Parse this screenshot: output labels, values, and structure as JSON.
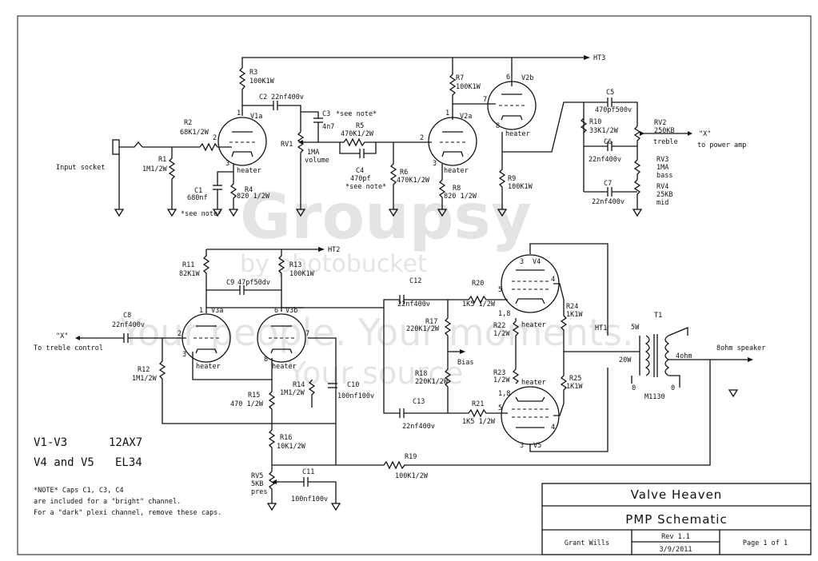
{
  "nets": {
    "ht3": "HT3",
    "ht2": "HT2",
    "ht1": "HT1",
    "x_in": "\"X\"",
    "x_out": "\"X\"",
    "bias": "Bias"
  },
  "labels": {
    "input_socket": "Input socket",
    "to_power_amp": "to power amp",
    "to_treble": "To treble control",
    "speaker": "8ohm speaker",
    "see_note": "*see note*",
    "see_note_c3": "*see note*",
    "see_note_c4": "*see note*",
    "heater": "heater",
    "volume": "volume",
    "treble": "treble",
    "bass": "bass",
    "mid": "mid",
    "pres": "pres",
    "tap_4ohm": "4ohm",
    "tap_5w": "5W",
    "tap_20w": "20W",
    "tap_0a": "0",
    "tap_0b": "0",
    "t1_model": "M1130",
    "t1": "T1"
  },
  "tubes": {
    "v1a": "V1a",
    "v2a": "V2a",
    "v2b": "V2b",
    "v3a": "V3a",
    "v3b": "V3b",
    "v4": "V4",
    "v5": "V5"
  },
  "pins": {
    "v1a": [
      "1",
      "2",
      "3"
    ],
    "v2a": [
      "1",
      "2",
      "3"
    ],
    "v2b": [
      "6",
      "7",
      "8"
    ],
    "v3a": [
      "1",
      "2",
      "3"
    ],
    "v3b": [
      "6",
      "7",
      "8"
    ],
    "v4": [
      "3",
      "4",
      "5",
      "1,8"
    ],
    "v5": [
      "3",
      "4",
      "5",
      "1,8"
    ]
  },
  "components": {
    "r1": [
      "R1",
      "1M1/2W"
    ],
    "r2": [
      "R2",
      "68K1/2W"
    ],
    "r3": [
      "R3",
      "100K1W"
    ],
    "r4": [
      "R4",
      "820 1/2W"
    ],
    "r5": [
      "R5",
      "470K1/2W"
    ],
    "r6": [
      "R6",
      "470K1/2W"
    ],
    "r7": [
      "R7",
      "100K1W"
    ],
    "r8": [
      "R8",
      "820 1/2W"
    ],
    "r9": [
      "R9",
      "100K1W"
    ],
    "r10": [
      "R10",
      "33K1/2W"
    ],
    "r11": [
      "R11",
      "82K1W"
    ],
    "r12": [
      "R12",
      "1M1/2W"
    ],
    "r13": [
      "R13",
      "100K1W"
    ],
    "r14": [
      "R14",
      "1M1/2W"
    ],
    "r15": [
      "R15",
      "470 1/2W"
    ],
    "r16": [
      "R16",
      "10K1/2W"
    ],
    "r17": [
      "R17",
      "220K1/2W"
    ],
    "r18": [
      "R18",
      "220K1/2W"
    ],
    "r19": [
      "R19",
      "100K1/2W"
    ],
    "r20": [
      "R20",
      "1K5 1/2W"
    ],
    "r21": [
      "R21",
      "1K5 1/2W"
    ],
    "r22": [
      "R22",
      "1/2W"
    ],
    "r23": [
      "R23",
      "1/2W"
    ],
    "r24": [
      "R24",
      "1K1W"
    ],
    "r25": [
      "R25",
      "1K1W"
    ],
    "c1": [
      "C1",
      "680nf"
    ],
    "c2": [
      "C2",
      "22nf400v"
    ],
    "c3": [
      "C3",
      "4n7"
    ],
    "c4": [
      "C4",
      "470pf"
    ],
    "c5": [
      "C5",
      "470pf500v"
    ],
    "c6": [
      "C6",
      "22nf400v"
    ],
    "c7": [
      "C7",
      "22nf400v"
    ],
    "c8": [
      "C8",
      "22nf400v"
    ],
    "c9": [
      "C9",
      "47pf50dv"
    ],
    "c10": [
      "C10",
      "100nf100v"
    ],
    "c11": [
      "C11",
      "100nf100v"
    ],
    "c12": [
      "C12",
      "22nf400v"
    ],
    "c13": [
      "C13",
      "22nf400v"
    ],
    "rv1": [
      "RV1",
      "1MA"
    ],
    "rv2": [
      "RV2",
      "250KB"
    ],
    "rv3": [
      "RV3",
      "1MA"
    ],
    "rv4": [
      "RV4",
      "25KB"
    ],
    "rv5": [
      "RV5",
      "5KB"
    ]
  },
  "notes": {
    "tubes_1": "V1-V3",
    "tubes_1_type": "12AX7",
    "tubes_2": "V4 and V5",
    "tubes_2_type": "EL34",
    "note_1": "*NOTE* Caps C1, C3, C4",
    "note_2": "are included for a \"bright\" channel.",
    "note_3": "For a \"dark\" plexi channel, remove these caps."
  },
  "title_block": {
    "company": "Valve Heaven",
    "title": "PMP Schematic",
    "author": "Grant Wills",
    "rev": "Rev 1.1",
    "date": "3/9/2011",
    "page": "Page 1 of 1"
  },
  "watermark": {
    "brand": "Groupsy",
    "by": "by photobucket",
    "tag": "Your people. Your moments.",
    "sub": "Your source"
  }
}
